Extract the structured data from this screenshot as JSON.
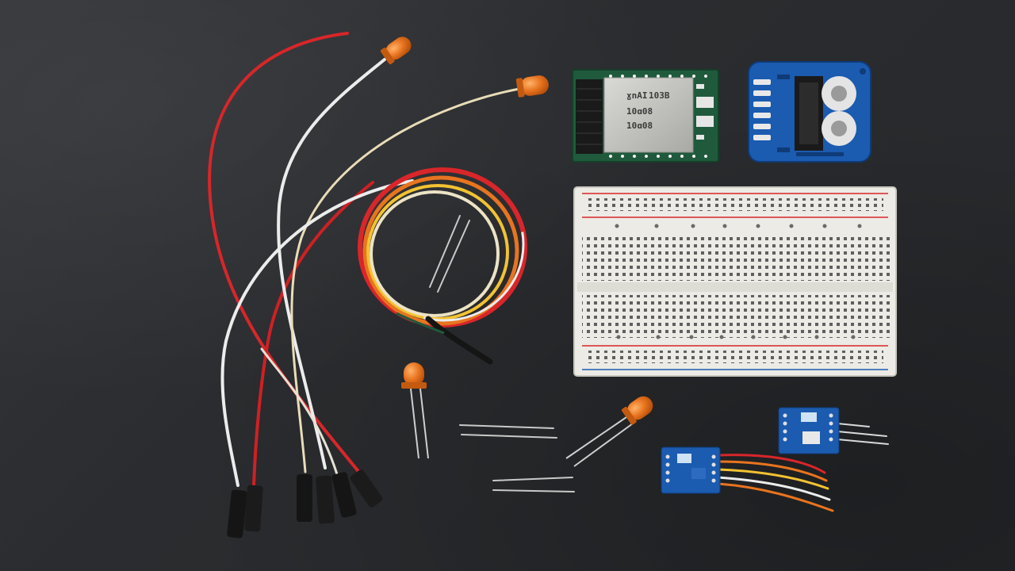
{
  "scene": {
    "subject": "Electronic components laid out on dark slate surface",
    "items": [
      {
        "kind": "led",
        "color": "orange",
        "count": 4
      },
      {
        "kind": "jumper-wire",
        "colors": [
          "red",
          "white",
          "cream"
        ]
      },
      {
        "kind": "coiled-wire-bundle",
        "colors": [
          "red",
          "orange",
          "yellow",
          "cream"
        ]
      },
      {
        "kind": "wifi-module-board",
        "color": "green"
      },
      {
        "kind": "display-module-board",
        "color": "blue"
      },
      {
        "kind": "breadboard",
        "color": "white"
      },
      {
        "kind": "sensor-module",
        "color": "blue",
        "count": 2
      }
    ]
  },
  "chip": {
    "line1": "ɣnAI",
    "line2": "103B",
    "line3": "10ɑ08",
    "line4": "10ɑ08"
  },
  "colors": {
    "background": "#2b2d30",
    "led": "#e8741f",
    "wire_red": "#d8262a",
    "wire_white": "#ececec",
    "wire_cream": "#e9dcb8",
    "pcb_green": "#1f5a3c",
    "pcb_blue": "#1b5bb0",
    "breadboard": "#ecebe5"
  }
}
